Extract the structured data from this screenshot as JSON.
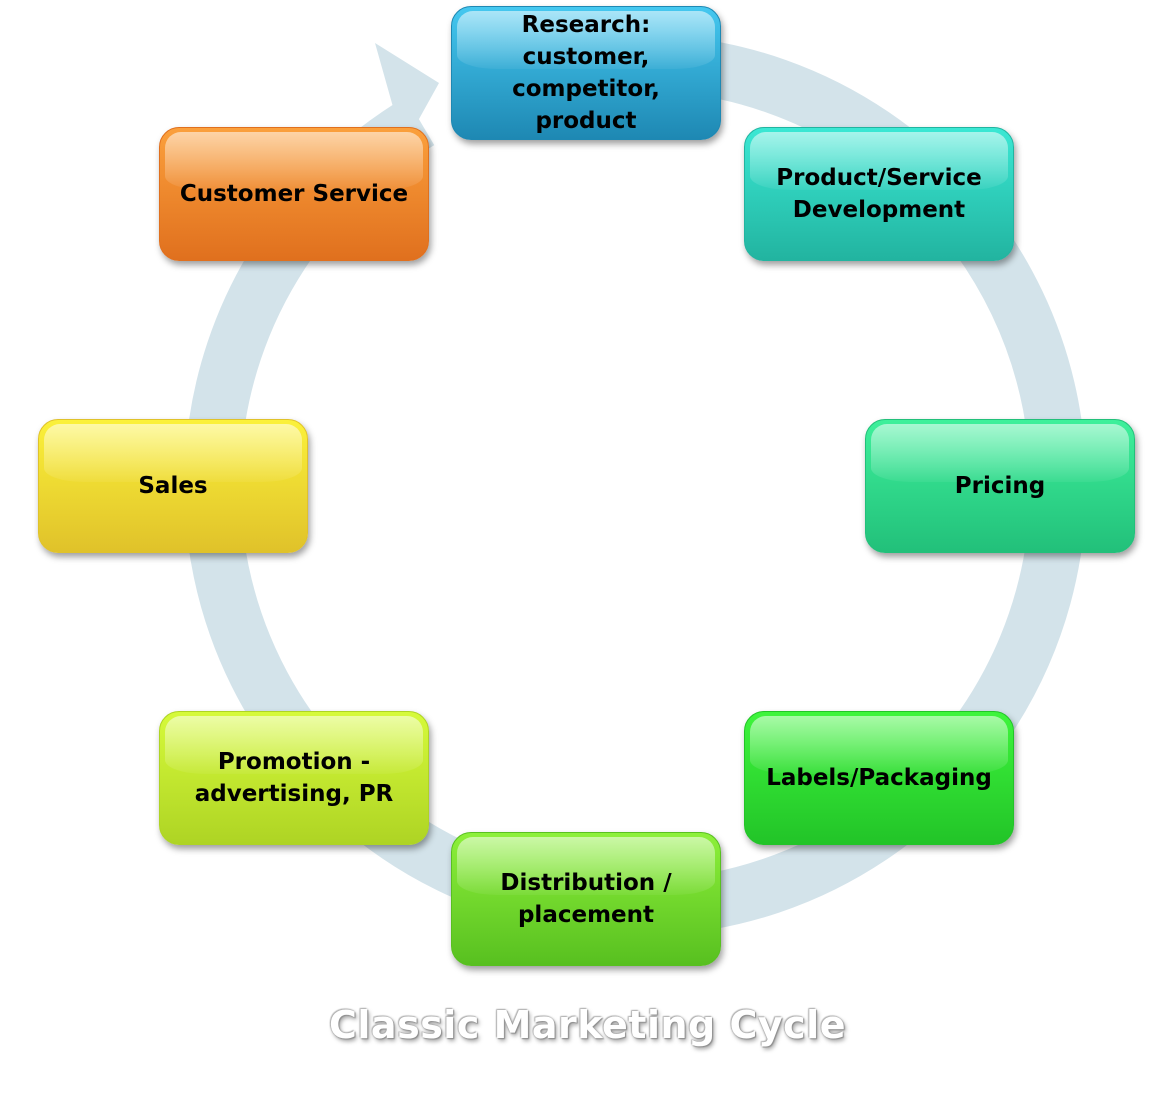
{
  "diagram": {
    "type": "cycle",
    "title": "Classic Marketing Cycle",
    "ring_color": "#d3e3ea",
    "nodes": [
      {
        "id": "research",
        "label": "Research:\ncustomer,\ncompetitor, product",
        "color_top": "#45c8f0",
        "color_bottom": "#1e88b3"
      },
      {
        "id": "development",
        "label": "Product/Service\nDevelopment",
        "color_top": "#3be8d4",
        "color_bottom": "#22b4a0"
      },
      {
        "id": "pricing",
        "label": "Pricing",
        "color_top": "#3ef09b",
        "color_bottom": "#22c07a"
      },
      {
        "id": "labels",
        "label": "Labels/Packaging",
        "color_top": "#3ef53c",
        "color_bottom": "#22c428"
      },
      {
        "id": "distribution",
        "label": "Distribution /\nplacement",
        "color_top": "#8df03a",
        "color_bottom": "#58c020"
      },
      {
        "id": "promotion",
        "label": "Promotion -\nadvertising, PR",
        "color_top": "#d6fa3a",
        "color_bottom": "#aed424"
      },
      {
        "id": "sales",
        "label": "Sales",
        "color_top": "#fbf13a",
        "color_bottom": "#e0c22a"
      },
      {
        "id": "service",
        "label": "Customer Service",
        "color_top": "#fba03c",
        "color_bottom": "#e0701e"
      }
    ]
  }
}
